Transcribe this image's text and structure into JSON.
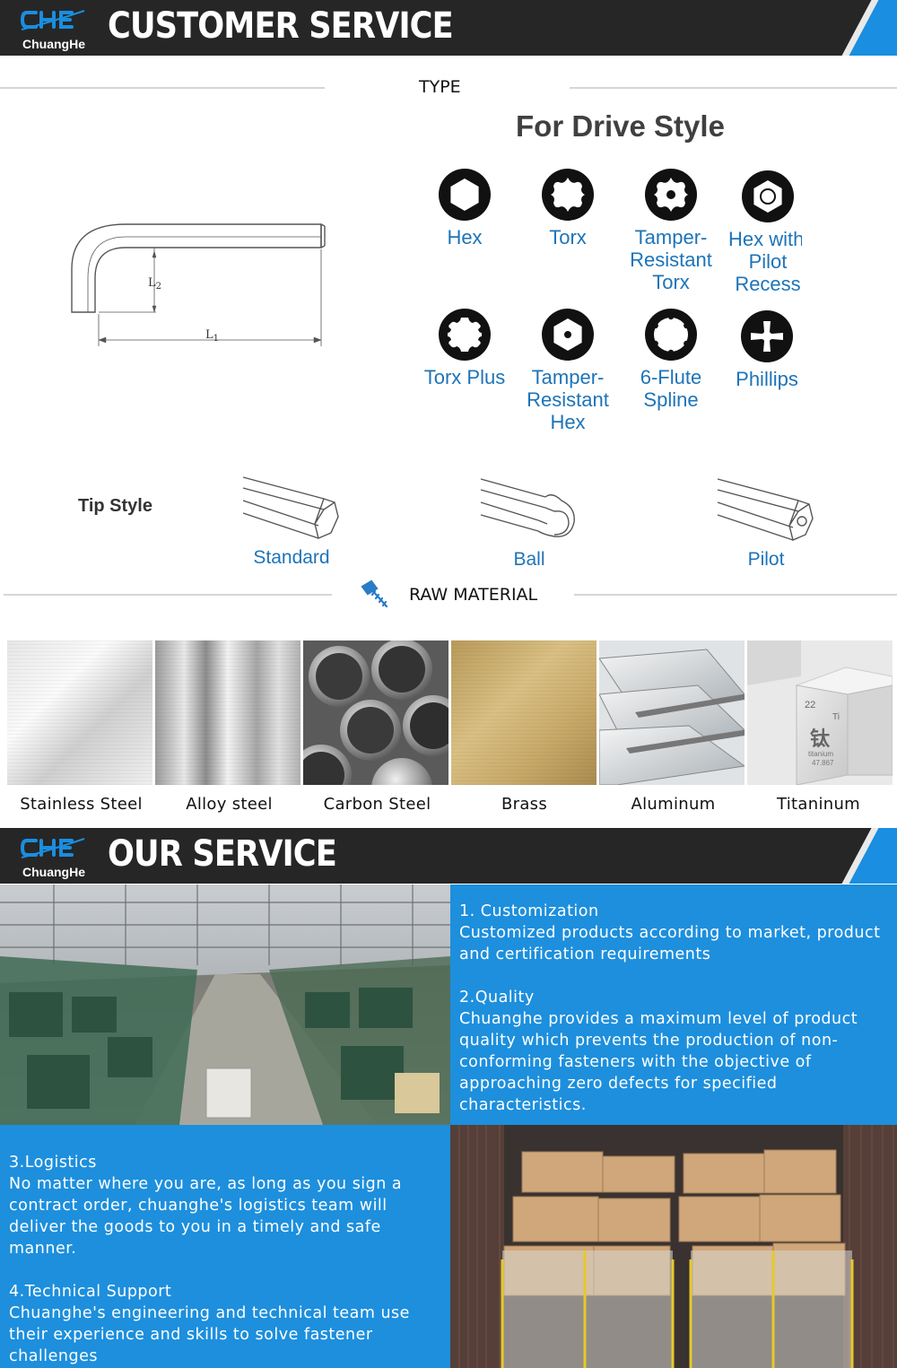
{
  "brand": {
    "name": "ChuangHe",
    "logo_text": "CHE"
  },
  "banner1": {
    "title": "CUSTOMER SERVICE"
  },
  "type_section": {
    "label": "TYPE"
  },
  "wrench": {
    "dim1": "L1",
    "dim2": "L2"
  },
  "drive_style": {
    "title": "For Drive Style",
    "items": [
      {
        "icon": "hex-drive-icon",
        "label": [
          "Hex"
        ]
      },
      {
        "icon": "torx-drive-icon",
        "label": [
          "Torx"
        ]
      },
      {
        "icon": "tamper-torx-drive-icon",
        "label": [
          "Tamper-",
          "Resistant",
          "Torx"
        ]
      },
      {
        "icon": "hex-pilot-drive-icon",
        "label": [
          "Hex with",
          "Pilot",
          "Recess"
        ]
      },
      {
        "icon": "torx-plus-drive-icon",
        "label": [
          "Torx Plus"
        ]
      },
      {
        "icon": "tamper-hex-drive-icon",
        "label": [
          "Tamper-",
          "Resistant",
          "Hex"
        ]
      },
      {
        "icon": "six-flute-drive-icon",
        "label": [
          "6-Flute",
          "Spline"
        ]
      },
      {
        "icon": "phillips-drive-icon",
        "label": [
          "Phillips"
        ]
      }
    ]
  },
  "tip_style": {
    "title": "Tip Style",
    "items": [
      {
        "icon": "standard-tip-icon",
        "label": "Standard"
      },
      {
        "icon": "ball-tip-icon",
        "label": "Ball"
      },
      {
        "icon": "pilot-tip-icon",
        "label": "Pilot"
      }
    ]
  },
  "raw_material": {
    "label": "RAW MATERIAL",
    "items": [
      {
        "name": "Stainless Steel"
      },
      {
        "name": "Alloy steel"
      },
      {
        "name": "Carbon Steel"
      },
      {
        "name": "Brass"
      },
      {
        "name": "Aluminum"
      },
      {
        "name": "Titaninum"
      }
    ],
    "titanium_cube": {
      "number": "22",
      "symbol": "Ti",
      "char": "钛",
      "word": "titanium",
      "mass": "47.867"
    }
  },
  "banner2": {
    "title": "OUR SERVICE"
  },
  "services": [
    {
      "title": "1. Customization",
      "text": "Customized products according to market, product and certification requirements"
    },
    {
      "title": "2.Quality",
      "text": "Chuanghe provides a maximum level of product quality which prevents the production of non-conforming fasteners with the objective of approaching zero defects for specified characteristics."
    },
    {
      "title": "3.Logistics",
      "text": "No matter where you are, as long as you sign a contract order, chuanghe's logistics team will deliver the goods to you in a timely and safe manner."
    },
    {
      "title": "4.Technical Support",
      "text": "Chuanghe's engineering and technical team use their experience and skills to solve fastener challenges"
    }
  ],
  "colors": {
    "banner_bg": "#262626",
    "accent_blue": "#1d8fdd",
    "label_blue": "#1d74b8"
  }
}
